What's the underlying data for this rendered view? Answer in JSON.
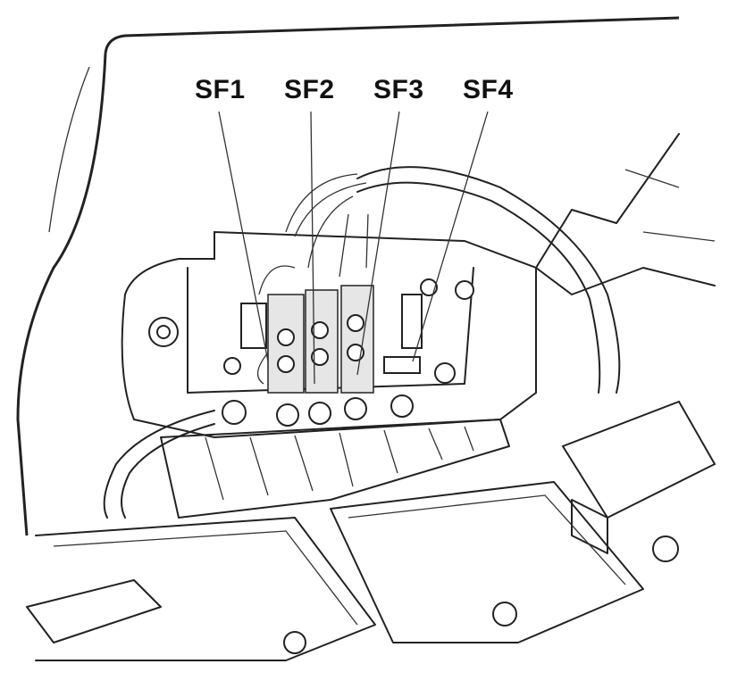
{
  "labels": [
    "SF1",
    "SF2",
    "SF3",
    "SF4"
  ],
  "colors": {
    "line": "#222222",
    "background": "#ffffff"
  }
}
